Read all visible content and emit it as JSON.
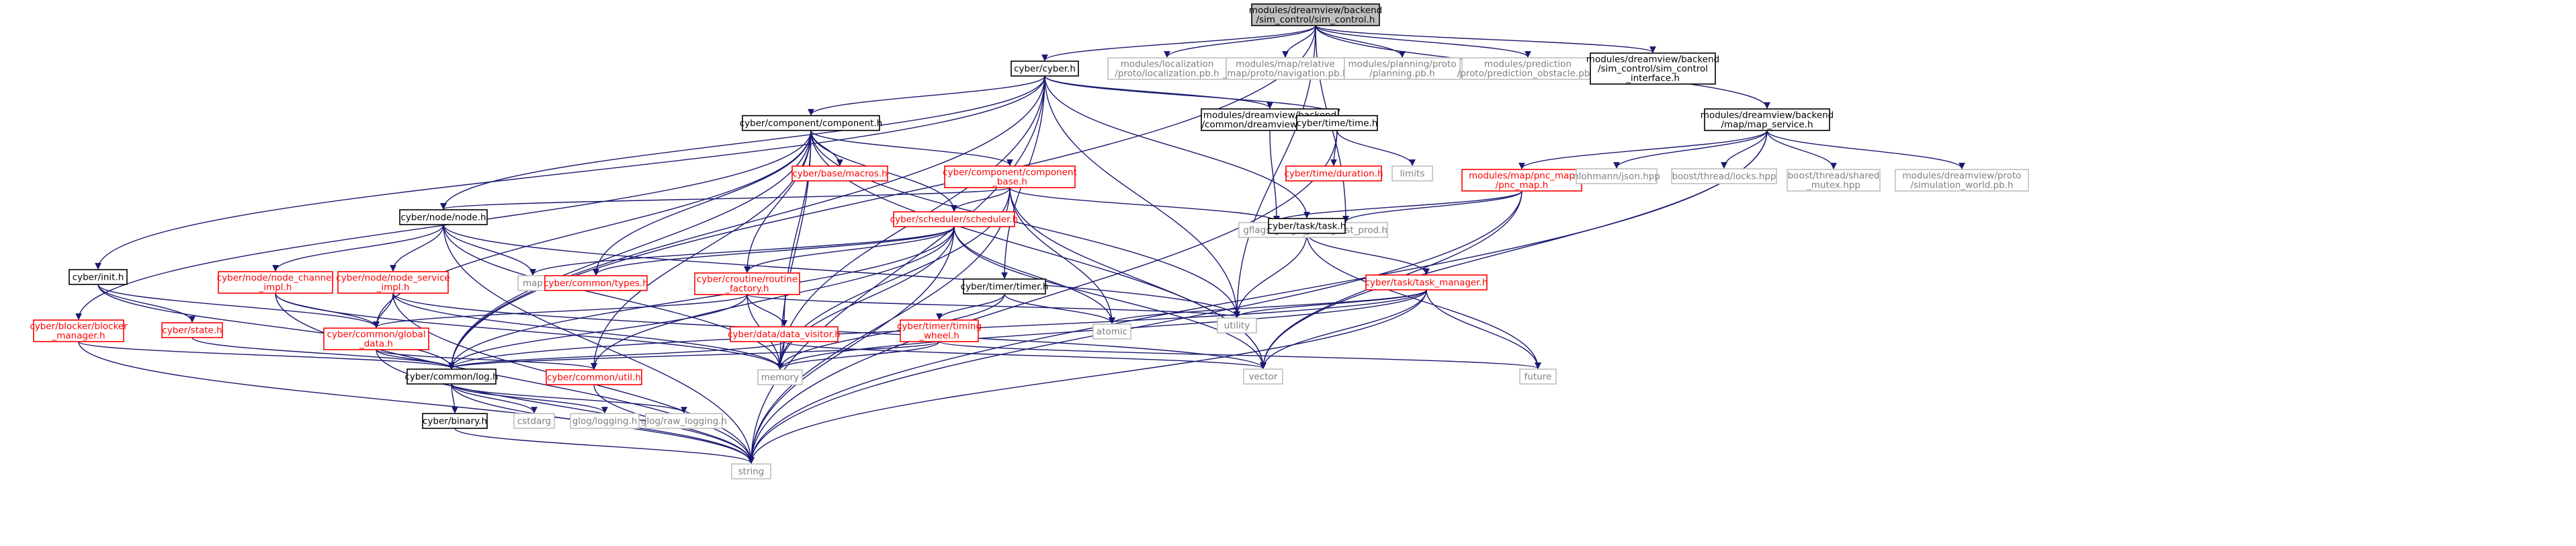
{
  "nodes": [
    {
      "id": "root",
      "lines": [
        "modules/dreamview/backend",
        "/sim_control/sim_control.h"
      ],
      "style": "root"
    },
    {
      "id": "cyber_h",
      "lines": [
        "cyber/cyber.h"
      ],
      "style": "normal"
    },
    {
      "id": "loc_pb",
      "lines": [
        "modules/localization",
        "/proto/localization.pb.h"
      ],
      "style": "ghost"
    },
    {
      "id": "nav_pb",
      "lines": [
        "modules/map/relative",
        "_map/proto/navigation.pb.h"
      ],
      "style": "ghost"
    },
    {
      "id": "plan_pb",
      "lines": [
        "modules/planning/proto",
        "/planning.pb.h"
      ],
      "style": "ghost"
    },
    {
      "id": "pred_pb",
      "lines": [
        "modules/prediction",
        "/proto/prediction_obstacle.pb.h"
      ],
      "style": "ghost"
    },
    {
      "id": "simif",
      "lines": [
        "modules/dreamview/backend",
        "/sim_control/sim_control",
        "_interface.h"
      ],
      "style": "normal"
    },
    {
      "id": "mapsvc",
      "lines": [
        "modules/dreamview/backend",
        "/map/map_service.h"
      ],
      "style": "normal"
    },
    {
      "id": "component",
      "lines": [
        "cyber/component/component.h"
      ],
      "style": "normal"
    },
    {
      "id": "dvgflags",
      "lines": [
        "modules/dreamview/backend",
        "/common/dreamview_gflags.h"
      ],
      "style": "normal"
    },
    {
      "id": "time_h",
      "lines": [
        "cyber/time/time.h"
      ],
      "style": "normal"
    },
    {
      "id": "macros",
      "lines": [
        "cyber/base/macros.h"
      ],
      "style": "red"
    },
    {
      "id": "compbase",
      "lines": [
        "cyber/component/component",
        "_base.h"
      ],
      "style": "red"
    },
    {
      "id": "duration",
      "lines": [
        "cyber/time/duration.h"
      ],
      "style": "red"
    },
    {
      "id": "limits",
      "lines": [
        "limits"
      ],
      "style": "ghost"
    },
    {
      "id": "pncmap",
      "lines": [
        "modules/map/pnc_map",
        "/pnc_map.h"
      ],
      "style": "red"
    },
    {
      "id": "nlohmann",
      "lines": [
        "nlohmann/json.hpp"
      ],
      "style": "ghost"
    },
    {
      "id": "locks",
      "lines": [
        "boost/thread/locks.hpp"
      ],
      "style": "ghost"
    },
    {
      "id": "sharedmutex",
      "lines": [
        "boost/thread/shared",
        "_mutex.hpp"
      ],
      "style": "ghost"
    },
    {
      "id": "simworld",
      "lines": [
        "modules/dreamview/proto",
        "/simulation_world.pb.h"
      ],
      "style": "ghost"
    },
    {
      "id": "node_h",
      "lines": [
        "cyber/node/node.h"
      ],
      "style": "normal"
    },
    {
      "id": "scheduler",
      "lines": [
        "cyber/scheduler/scheduler.h"
      ],
      "style": "red"
    },
    {
      "id": "gflags",
      "lines": [
        "gflags/gflags.h"
      ],
      "style": "ghost"
    },
    {
      "id": "gtest",
      "lines": [
        "gtest/gtest_prod.h"
      ],
      "style": "ghost"
    },
    {
      "id": "task_h",
      "lines": [
        "cyber/task/task.h"
      ],
      "style": "normal"
    },
    {
      "id": "init_h",
      "lines": [
        "cyber/init.h"
      ],
      "style": "normal"
    },
    {
      "id": "nodechan",
      "lines": [
        "cyber/node/node_channel",
        "_impl.h"
      ],
      "style": "red"
    },
    {
      "id": "nodesvc",
      "lines": [
        "cyber/node/node_service",
        "_impl.h"
      ],
      "style": "red"
    },
    {
      "id": "map",
      "lines": [
        "map"
      ],
      "style": "ghost"
    },
    {
      "id": "types",
      "lines": [
        "cyber/common/types.h"
      ],
      "style": "red"
    },
    {
      "id": "routine",
      "lines": [
        "cyber/croutine/routine",
        "_factory.h"
      ],
      "style": "red"
    },
    {
      "id": "timer",
      "lines": [
        "cyber/timer/timer.h"
      ],
      "style": "normal"
    },
    {
      "id": "taskmgr",
      "lines": [
        "cyber/task/task_manager.h"
      ],
      "style": "red"
    },
    {
      "id": "blocker",
      "lines": [
        "cyber/blocker/blocker",
        "_manager.h"
      ],
      "style": "red"
    },
    {
      "id": "state",
      "lines": [
        "cyber/state.h"
      ],
      "style": "red"
    },
    {
      "id": "globaldata",
      "lines": [
        "cyber/common/global",
        "_data.h"
      ],
      "style": "red"
    },
    {
      "id": "datavisitor",
      "lines": [
        "cyber/data/data_visitor.h"
      ],
      "style": "red"
    },
    {
      "id": "timingwheel",
      "lines": [
        "cyber/timer/timing",
        "_wheel.h"
      ],
      "style": "red"
    },
    {
      "id": "atomic",
      "lines": [
        "atomic"
      ],
      "style": "ghost"
    },
    {
      "id": "utility",
      "lines": [
        "utility"
      ],
      "style": "ghost"
    },
    {
      "id": "log",
      "lines": [
        "cyber/common/log.h"
      ],
      "style": "normal"
    },
    {
      "id": "util",
      "lines": [
        "cyber/common/util.h"
      ],
      "style": "red"
    },
    {
      "id": "memory",
      "lines": [
        "memory"
      ],
      "style": "ghost"
    },
    {
      "id": "vector",
      "lines": [
        "vector"
      ],
      "style": "ghost"
    },
    {
      "id": "future",
      "lines": [
        "future"
      ],
      "style": "ghost"
    },
    {
      "id": "binary",
      "lines": [
        "cyber/binary.h"
      ],
      "style": "normal"
    },
    {
      "id": "cstdarg",
      "lines": [
        "cstdarg"
      ],
      "style": "ghost"
    },
    {
      "id": "glog",
      "lines": [
        "glog/logging.h"
      ],
      "style": "ghost"
    },
    {
      "id": "rawlog",
      "lines": [
        "glog/raw_logging.h"
      ],
      "style": "ghost"
    },
    {
      "id": "string",
      "lines": [
        "string"
      ],
      "style": "ghost"
    }
  ],
  "edges": [
    [
      "root",
      "cyber_h"
    ],
    [
      "root",
      "loc_pb"
    ],
    [
      "root",
      "nav_pb"
    ],
    [
      "root",
      "plan_pb"
    ],
    [
      "root",
      "pred_pb"
    ],
    [
      "root",
      "simif"
    ],
    [
      "root",
      "mapsvc"
    ],
    [
      "root",
      "gtest"
    ],
    [
      "root",
      "log"
    ],
    [
      "root",
      "utility"
    ],
    [
      "cyber_h",
      "component"
    ],
    [
      "cyber_h",
      "dvgflags"
    ],
    [
      "cyber_h",
      "time_h"
    ],
    [
      "cyber_h",
      "init_h"
    ],
    [
      "cyber_h",
      "node_h"
    ],
    [
      "cyber_h",
      "task_h"
    ],
    [
      "cyber_h",
      "timer"
    ],
    [
      "cyber_h",
      "log"
    ],
    [
      "cyber_h",
      "memory"
    ],
    [
      "cyber_h",
      "string"
    ],
    [
      "cyber_h",
      "utility"
    ],
    [
      "component",
      "macros"
    ],
    [
      "component",
      "compbase"
    ],
    [
      "component",
      "scheduler"
    ],
    [
      "component",
      "types"
    ],
    [
      "component",
      "routine"
    ],
    [
      "component",
      "datavisitor"
    ],
    [
      "component",
      "blocker"
    ],
    [
      "component",
      "globaldata"
    ],
    [
      "component",
      "util"
    ],
    [
      "component",
      "memory"
    ],
    [
      "component",
      "utility"
    ],
    [
      "component",
      "vector"
    ],
    [
      "component",
      "log"
    ],
    [
      "compbase",
      "node_h"
    ],
    [
      "compbase",
      "scheduler"
    ],
    [
      "compbase",
      "gflags"
    ],
    [
      "compbase",
      "atomic"
    ],
    [
      "compbase",
      "memory"
    ],
    [
      "compbase",
      "string"
    ],
    [
      "compbase",
      "vector"
    ],
    [
      "dvgflags",
      "gflags"
    ],
    [
      "time_h",
      "duration"
    ],
    [
      "time_h",
      "limits"
    ],
    [
      "time_h",
      "string"
    ],
    [
      "mapsvc",
      "pncmap"
    ],
    [
      "mapsvc",
      "nlohmann"
    ],
    [
      "mapsvc",
      "locks"
    ],
    [
      "mapsvc",
      "sharedmutex"
    ],
    [
      "mapsvc",
      "simworld"
    ],
    [
      "mapsvc",
      "string"
    ],
    [
      "mapsvc",
      "vector"
    ],
    [
      "pncmap",
      "gflags"
    ],
    [
      "pncmap",
      "gtest"
    ],
    [
      "pncmap",
      "string"
    ],
    [
      "pncmap",
      "vector"
    ],
    [
      "node_h",
      "nodechan"
    ],
    [
      "node_h",
      "nodesvc"
    ],
    [
      "node_h",
      "map"
    ],
    [
      "node_h",
      "memory"
    ],
    [
      "node_h",
      "string"
    ],
    [
      "node_h",
      "utility"
    ],
    [
      "scheduler",
      "map"
    ],
    [
      "scheduler",
      "types"
    ],
    [
      "scheduler",
      "routine"
    ],
    [
      "scheduler",
      "atomic"
    ],
    [
      "scheduler",
      "memory"
    ],
    [
      "scheduler",
      "string"
    ],
    [
      "scheduler",
      "vector"
    ],
    [
      "scheduler",
      "log"
    ],
    [
      "scheduler",
      "util"
    ],
    [
      "task_h",
      "taskmgr"
    ],
    [
      "task_h",
      "future"
    ],
    [
      "task_h",
      "utility"
    ],
    [
      "init_h",
      "state"
    ],
    [
      "init_h",
      "globaldata"
    ],
    [
      "init_h",
      "log"
    ],
    [
      "nodechan",
      "globaldata"
    ],
    [
      "nodechan",
      "memory"
    ],
    [
      "nodechan",
      "string"
    ],
    [
      "nodesvc",
      "globaldata"
    ],
    [
      "nodesvc",
      "memory"
    ],
    [
      "nodesvc",
      "string"
    ],
    [
      "nodesvc",
      "vector"
    ],
    [
      "routine",
      "datavisitor"
    ],
    [
      "routine",
      "globaldata"
    ],
    [
      "routine",
      "log"
    ],
    [
      "routine",
      "memory"
    ],
    [
      "routine",
      "utility"
    ],
    [
      "timer",
      "timingwheel"
    ],
    [
      "timer",
      "atomic"
    ],
    [
      "timer",
      "memory"
    ],
    [
      "taskmgr",
      "atomic"
    ],
    [
      "taskmgr",
      "future"
    ],
    [
      "taskmgr",
      "memory"
    ],
    [
      "taskmgr",
      "string"
    ],
    [
      "taskmgr",
      "utility"
    ],
    [
      "taskmgr",
      "vector"
    ],
    [
      "taskmgr",
      "log"
    ],
    [
      "blocker",
      "log"
    ],
    [
      "blocker",
      "string"
    ],
    [
      "state",
      "log"
    ],
    [
      "globaldata",
      "log"
    ],
    [
      "globaldata",
      "util"
    ],
    [
      "globaldata",
      "string"
    ],
    [
      "datavisitor",
      "log"
    ],
    [
      "datavisitor",
      "memory"
    ],
    [
      "datavisitor",
      "vector"
    ],
    [
      "timingwheel",
      "log"
    ],
    [
      "timingwheel",
      "memory"
    ],
    [
      "timingwheel",
      "future"
    ],
    [
      "log",
      "binary"
    ],
    [
      "log",
      "cstdarg"
    ],
    [
      "log",
      "glog"
    ],
    [
      "log",
      "rawlog"
    ],
    [
      "log",
      "string"
    ],
    [
      "util",
      "string"
    ],
    [
      "binary",
      "string"
    ]
  ],
  "colors": {
    "root_fill": "#bfbfbf",
    "root_stroke": "#000000",
    "normal_stroke": "#000000",
    "red_stroke": "#ff0000",
    "ghost_stroke": "#bfbfbf",
    "edge": "#191970",
    "text": "#000000",
    "red_text": "#ff0000",
    "ghost_text": "#7f7f7f"
  }
}
